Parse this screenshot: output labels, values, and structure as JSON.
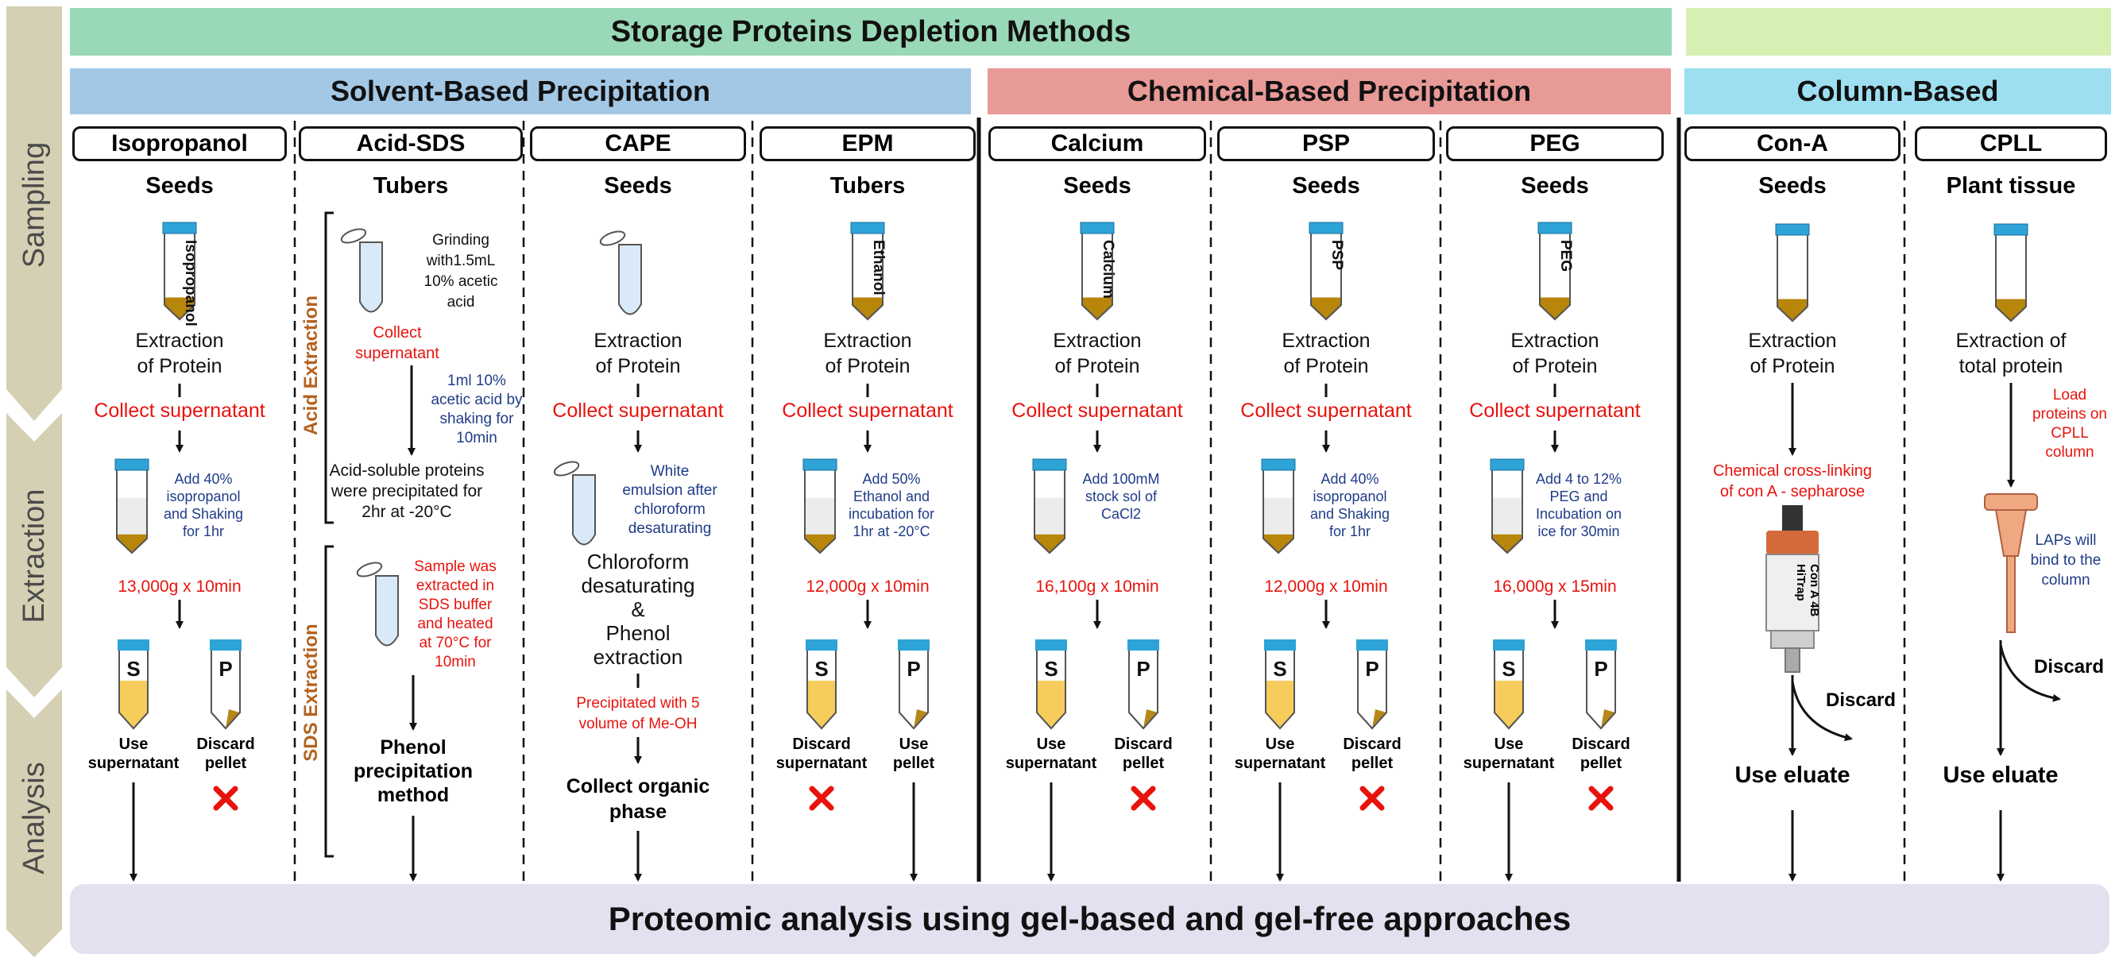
{
  "top_banner": {
    "title": "Storage Proteins Depletion Methods",
    "color": "#9ad9b7",
    "right_color": "#d6efb3"
  },
  "categories": [
    {
      "label": "Solvent-Based Precipitation",
      "color": "#a3c8e6"
    },
    {
      "label": "Chemical-Based Precipitation",
      "color": "#e89a97"
    },
    {
      "label": "Column-Based",
      "color": "#9ddff0"
    }
  ],
  "stages": [
    "Sampling",
    "Extraction",
    "Analysis"
  ],
  "stage_color": "#d5d0b4",
  "bottom_banner": {
    "label": "Proteomic analysis using gel-based and gel-free approaches",
    "color": "#e4e0ef"
  },
  "columns": [
    {
      "method": "Isopropanol",
      "sample": "Seeds",
      "tube_label": "Isopropanol",
      "extraction": [
        "Extraction",
        "of Protein"
      ],
      "collect": "Collect supernatant",
      "treatment": [
        "Add 40%",
        "isopropanol",
        "and Shaking",
        "for 1hr"
      ],
      "centrifuge": "13,000g x 10min",
      "s_label": "S",
      "p_label": "P",
      "left_use": [
        "Use",
        "supernatant"
      ],
      "right_use": [
        "Discard",
        "pellet"
      ]
    },
    {
      "method": "Acid-SDS",
      "sample": "Tubers",
      "acid_label": "Acid Extraction",
      "sds_label": "SDS Extraction",
      "grind": [
        "Grinding",
        "with1.5mL",
        "10% acetic",
        "acid"
      ],
      "collect": [
        "Collect",
        "supernatant"
      ],
      "acid_step": [
        "1ml 10%",
        "acetic acid by",
        "shaking for",
        "10min"
      ],
      "precip": [
        "Acid-soluble proteins",
        "were precipitated for",
        "2hr at -20°C"
      ],
      "sds_step": [
        "Sample was",
        "extracted in",
        "SDS buffer",
        "and heated",
        "at 70°C for",
        "10min"
      ],
      "final": [
        "Phenol",
        "precipitation",
        "method"
      ]
    },
    {
      "method": "CAPE",
      "sample": "Seeds",
      "extraction": [
        "Extraction",
        "of Protein"
      ],
      "collect": "Collect supernatant",
      "emulsion": [
        "White",
        "emulsion after",
        "chloroform",
        "desaturating"
      ],
      "steps": [
        "Chloroform",
        "desaturating",
        "&",
        "Phenol",
        "extraction"
      ],
      "precip": [
        "Precipitated with 5",
        "volume of Me-OH"
      ],
      "final": [
        "Collect organic",
        "phase"
      ]
    },
    {
      "method": "EPM",
      "sample": "Tubers",
      "tube_label": "Ethanol",
      "extraction": [
        "Extraction",
        "of Protein"
      ],
      "collect": "Collect supernatant",
      "treatment": [
        "Add 50%",
        "Ethanol and",
        "incubation for",
        "1hr at -20°C"
      ],
      "centrifuge": "12,000g x 10min",
      "s_label": "S",
      "p_label": "P",
      "left_use": [
        "Discard",
        "supernatant"
      ],
      "right_use": [
        "Use",
        "pellet"
      ]
    },
    {
      "method": "Calcium",
      "sample": "Seeds",
      "tube_label": "Calcium",
      "extraction": [
        "Extraction",
        "of Protein"
      ],
      "collect": "Collect supernatant",
      "treatment": [
        "Add 100mM",
        "stock sol of",
        "CaCl2"
      ],
      "centrifuge": "16,100g x 10min",
      "s_label": "S",
      "p_label": "P",
      "left_use": [
        "Use",
        "supernatant"
      ],
      "right_use": [
        "Discard",
        "pellet"
      ]
    },
    {
      "method": "PSP",
      "sample": "Seeds",
      "tube_label": "PSP",
      "extraction": [
        "Extraction",
        "of Protein"
      ],
      "collect": "Collect supernatant",
      "treatment": [
        "Add 40%",
        "isopropanol",
        "and Shaking",
        "for 1hr"
      ],
      "centrifuge": "12,000g x 10min",
      "s_label": "S",
      "p_label": "P",
      "left_use": [
        "Use",
        "supernatant"
      ],
      "right_use": [
        "Discard",
        "pellet"
      ]
    },
    {
      "method": "PEG",
      "sample": "Seeds",
      "tube_label": "PEG",
      "extraction": [
        "Extraction",
        "of Protein"
      ],
      "collect": "Collect supernatant",
      "treatment": [
        "Add 4 to 12%",
        "PEG and",
        "Incubation on",
        "ice for 30min"
      ],
      "centrifuge": "16,000g x 15min",
      "s_label": "S",
      "p_label": "P",
      "left_use": [
        "Use",
        "supernatant"
      ],
      "right_use": [
        "Discard",
        "pellet"
      ]
    },
    {
      "method": "Con-A",
      "sample": "Seeds",
      "extraction": [
        "Extraction",
        "of Protein"
      ],
      "note": [
        "Chemical cross-linking",
        "of con A - sepharose"
      ],
      "column_label": [
        "HiTrap",
        "Con A 4B"
      ],
      "discard": "Discard",
      "final": "Use eluate"
    },
    {
      "method": "CPLL",
      "sample": "Plant tissue",
      "extraction": [
        "Extraction of",
        "total protein"
      ],
      "note": [
        "Load",
        "proteins on",
        "CPLL",
        "column"
      ],
      "bind": [
        "LAPs will",
        "bind to the",
        "column"
      ],
      "discard": "Discard",
      "final": "Use eluate"
    }
  ]
}
